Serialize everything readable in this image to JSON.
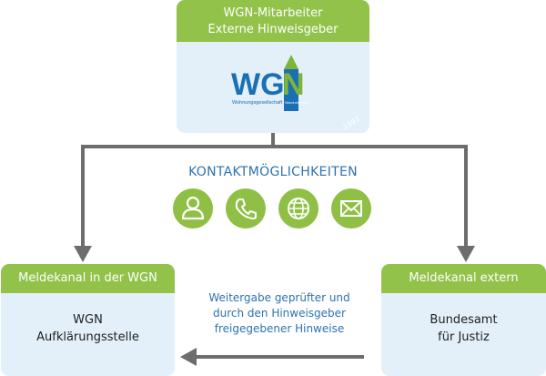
{
  "top_box": {
    "title_line1": "WGN-Mitarbeiter",
    "title_line2": "Externe Hinweisgeber",
    "logo_text": "WGN",
    "logo_subtext": "Wohnungsgesellschaft",
    "logo_city": "Nünchritz mbH",
    "watermark": "1997"
  },
  "contact": {
    "heading": "KONTAKTMÖGLICHKEITEN",
    "icons": [
      "person-icon",
      "phone-icon",
      "globe-icon",
      "mail-icon"
    ]
  },
  "left_box": {
    "title": "Meldekanal in der WGN",
    "line1": "WGN",
    "line2": "Aufklärungsstelle"
  },
  "right_box": {
    "title": "Meldekanal extern",
    "line1": "Bundesamt",
    "line2": "für Justiz"
  },
  "note": {
    "line1": "Weitergabe geprüfter und",
    "line2": "durch den Hinweisgeber",
    "line3": "freigegebener Hinweise"
  },
  "colors": {
    "green": "#92c24a",
    "light_blue": "#e3f0f9",
    "blue_text": "#2b72b2",
    "connector": "#6d6d6d",
    "logo_blue": "#1a6fb5",
    "logo_green": "#7cb53a"
  }
}
